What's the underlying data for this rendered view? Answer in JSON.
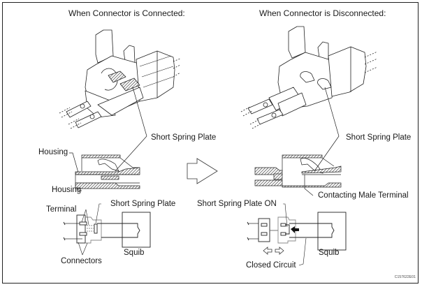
{
  "figure": {
    "code": "C157622E01",
    "colors": {
      "line": "#222222",
      "gray_line": "#888888",
      "hatch": "#555555",
      "background": "#ffffff"
    }
  },
  "left": {
    "title": "When Connector is Connected:",
    "labels": {
      "short_spring_plate_top": "Short Spring Plate",
      "housing_upper": "Housing",
      "housing_lower": "Housing",
      "short_spring_plate_circuit": "Short Spring Plate",
      "terminal": "Terminal",
      "connectors": "Connectors",
      "squib": "Squib"
    }
  },
  "right": {
    "title": "When Connector is Disconnected:",
    "labels": {
      "short_spring_plate_top": "Short Spring Plate",
      "contacting_male_terminal": "Contacting Male Terminal",
      "short_spring_plate_on": "Short Spring Plate ON",
      "closed_circuit": "Closed Circuit",
      "squib": "Squib",
      "movement_symbol": "⇦⇨"
    }
  },
  "transition_arrow": "right-arrow"
}
